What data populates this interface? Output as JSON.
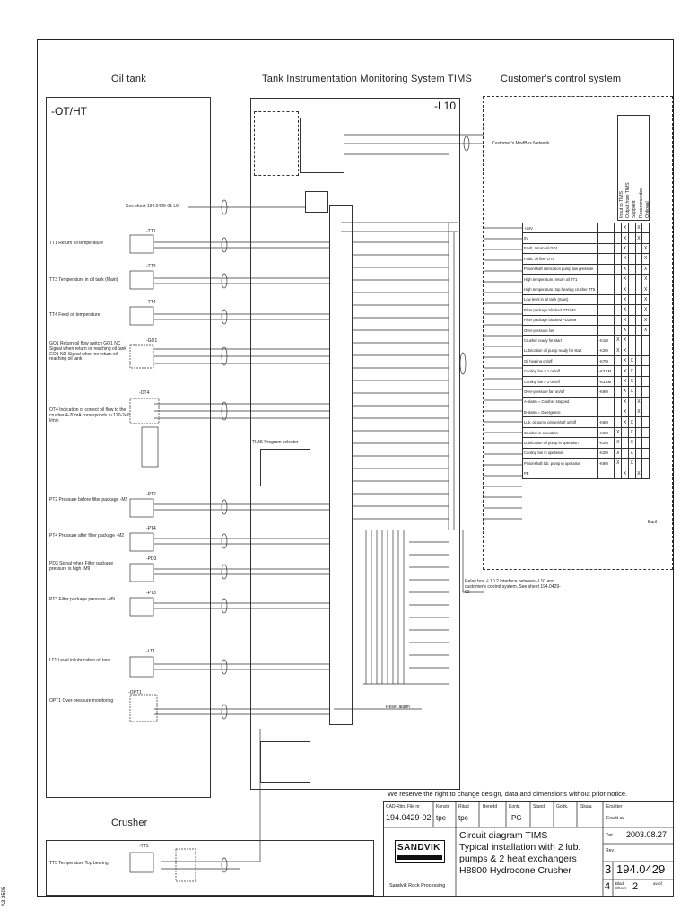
{
  "side_label": "A3 2505",
  "sections": {
    "oil_tank": "Oil tank",
    "tims": "Tank Instrumentation Monitoring System TIMS",
    "customer": "Customer's control system",
    "crusher": "Crusher"
  },
  "codes": {
    "oil_tank_code": "-OT/HT",
    "tims_code": "-L10",
    "modbus": "Customer's ModBus Network",
    "see_sheet": "See sheet 194.0429-01 L9",
    "relay_note": "Relay box -L10.2 interface between -L10 and customer's control system. See sheet 194.0429-03",
    "reset": "Reset alarm",
    "earth": "Earth",
    "program_selector": "TIMS Program selector"
  },
  "sensors": [
    {
      "tag": "-TT1",
      "text": "TT1 Return oil temperature"
    },
    {
      "tag": "-TT3",
      "text": "TT3 Temperature in oil tank (Main)"
    },
    {
      "tag": "-TT4",
      "text": "TT4 Feed oil temperature"
    },
    {
      "tag": "-GO1",
      "text": "GO1 Return oil flow switch GO1 NC Signal when return oil reaching oil tank GO1 NO Signal when no return oil reaching oil tank"
    },
    {
      "tag": "-OT4",
      "text": "OT4 Indication of correct oil flow to the crusher 4-20mA corresponds to 120-240 l/min"
    },
    {
      "tag": "-PT2",
      "text": "PT2 Pressure before filter package -M2"
    },
    {
      "tag": "-PT4",
      "text": "PT4 Pressure after filter package -M2"
    },
    {
      "tag": "-PD3",
      "text": "PD3 Signal when Filter package pressure is high -M9"
    },
    {
      "tag": "-PT3",
      "text": "PT3 Filter package pressure -M9"
    },
    {
      "tag": "-LT1",
      "text": "LT1 Level in lubrication oil tank"
    },
    {
      "tag": "-OPT1",
      "text": "OPT1 Over-pressure monitoring"
    }
  ],
  "crusher_sensor": {
    "tag": "-TT5",
    "text": "TT5 Temperature Top bearing"
  },
  "table_headers": [
    "Input to TIMS",
    "Output from TIMS",
    "Supplied",
    "Recommended",
    "Optional"
  ],
  "table_rows": [
    {
      "label": "+24V",
      "ref": "",
      "marks": [
        "",
        "X",
        "",
        "X"
      ]
    },
    {
      "label": "0V",
      "ref": "",
      "marks": [
        "",
        "X",
        "",
        "X"
      ]
    },
    {
      "label": "Fault, return oil GO1",
      "ref": "",
      "marks": [
        "",
        "X",
        "",
        "",
        "X"
      ]
    },
    {
      "label": "Fault, oil flow OT4",
      "ref": "",
      "marks": [
        "",
        "X",
        "",
        "",
        "X"
      ]
    },
    {
      "label": "Pinionshaft lubrication pump low pressure",
      "ref": "",
      "marks": [
        "",
        "X",
        "",
        "",
        "X"
      ]
    },
    {
      "label": "High temperature, return oil TT1",
      "ref": "",
      "marks": [
        "",
        "X",
        "",
        "",
        "X"
      ]
    },
    {
      "label": "High temperature, top bearing crusher TT5",
      "ref": "",
      "marks": [
        "",
        "X",
        "",
        "",
        "X"
      ]
    },
    {
      "label": "Low level in oil tank (main)",
      "ref": "",
      "marks": [
        "",
        "X",
        "",
        "",
        "X"
      ]
    },
    {
      "label": "Filter package blocked PT2/M2",
      "ref": "",
      "marks": [
        "",
        "X",
        "",
        "",
        "X"
      ]
    },
    {
      "label": "Filter package blocked PD3/M9",
      "ref": "",
      "marks": [
        "",
        "X",
        "",
        "",
        "X"
      ]
    },
    {
      "label": "Over-pressure low",
      "ref": "",
      "marks": [
        "",
        "X",
        "",
        "",
        "X"
      ]
    },
    {
      "label": "Crusher ready for start",
      "ref": "-K1M",
      "marks": [
        "X",
        "X"
      ]
    },
    {
      "label": "Lubrication oil pump ready for start",
      "ref": "-K2M",
      "marks": [
        "X",
        "X"
      ]
    },
    {
      "label": "Oil heating on/off",
      "ref": "-K7M",
      "marks": [
        "",
        "X",
        "X"
      ]
    },
    {
      "label": "Cooling fan # 1 on/off",
      "ref": "-K3.1M",
      "marks": [
        "",
        "X",
        "X"
      ]
    },
    {
      "label": "Cooling fan # 2 on/off",
      "ref": "-K3.2M",
      "marks": [
        "",
        "X",
        "X"
      ]
    },
    {
      "label": "Over-pressure fan on/off",
      "ref": "-K9M",
      "marks": [
        "",
        "X",
        "X"
      ]
    },
    {
      "label": "A-alarm = Crusher stopped",
      "ref": "",
      "marks": [
        "",
        "X",
        "",
        "X"
      ]
    },
    {
      "label": "B-alarm = Divergence",
      "ref": "",
      "marks": [
        "",
        "X",
        "",
        "X"
      ]
    },
    {
      "label": "Lub. oil pump pinionshaft on/off",
      "ref": "-K5M",
      "marks": [
        "",
        "X",
        "X"
      ]
    },
    {
      "label": "Crusher in operation",
      "ref": "-K1M",
      "marks": [
        "X",
        "",
        "X"
      ]
    },
    {
      "label": "Lubrication oil pump in operation",
      "ref": "-K2M",
      "marks": [
        "X",
        "",
        "X"
      ]
    },
    {
      "label": "Cooling fan in operation",
      "ref": "-K2M",
      "marks": [
        "X",
        "",
        "X"
      ]
    },
    {
      "label": "Pinionshaft lub. pump in operation",
      "ref": "-K9M",
      "marks": [
        "X",
        "",
        "X"
      ]
    },
    {
      "label": "PE",
      "ref": "",
      "marks": [
        "",
        "X",
        "",
        "X"
      ]
    }
  ],
  "disclaimer": "We reserve the right to change design, data and dimensions without prior notice.",
  "title_block": {
    "cad_label": "CAD-Ritn. File nr",
    "cad_value": "194.0429-02",
    "konstr_label": "Konstr.",
    "konstr_value": "tpe",
    "ritad_label": "Ritad",
    "ritad_value": "tpe",
    "bered_label": "Beredd",
    "kontr_label": "Kontr.",
    "kontr_value": "PG",
    "stand_label": "Stand.",
    "godk_label": "Godk.",
    "skala_label": "Skala",
    "ersatter_label": "Ersätter",
    "ersatter_value": "Ersatt av",
    "title_lines": [
      "Circuit diagram TIMS",
      "Typical installation with 2 lub.",
      "pumps & 2 heat exchangers",
      "H8800 Hydrocone Crusher"
    ],
    "dat_label": "Dat",
    "date": "2003.08.27",
    "rev_label": "Rev.",
    "size": "3",
    "drawing_no": "194.0429",
    "sheets_count": "4",
    "blad_label": "Blad Sheet",
    "sheet_no": "2",
    "of_label": "av of",
    "brand": "SANDVIK",
    "brand_sub": "Sandvik Rock Processing"
  }
}
